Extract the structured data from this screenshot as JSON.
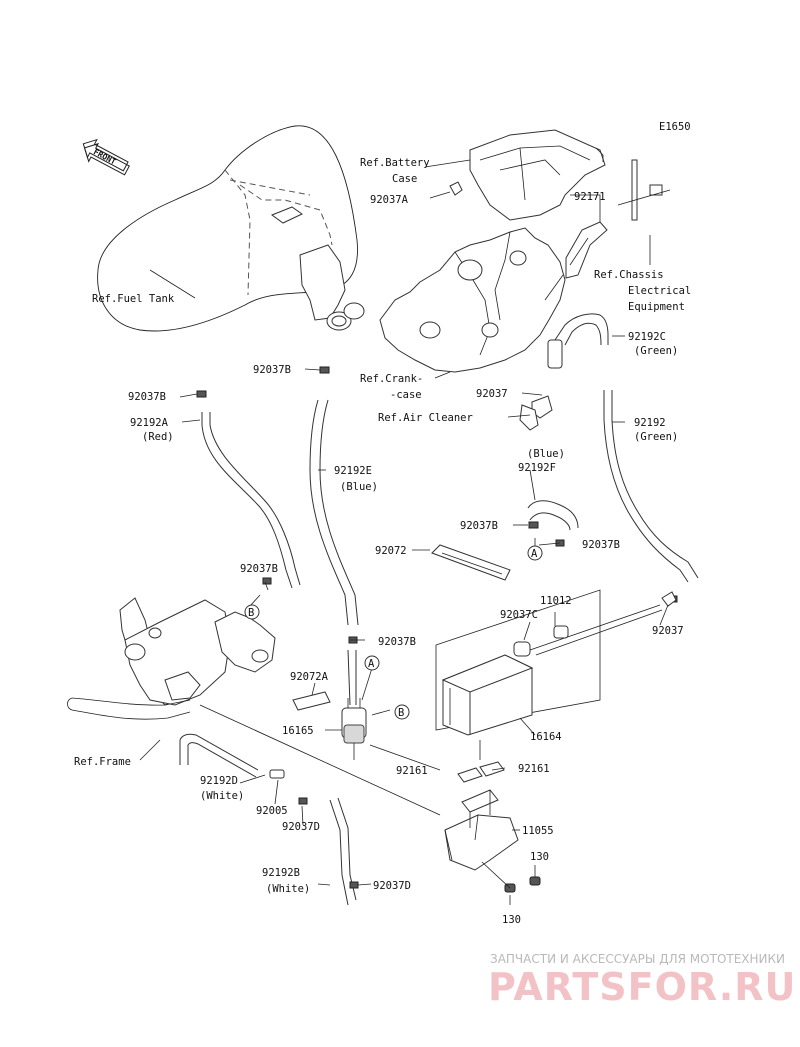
{
  "diagram_code": "E1650",
  "front_arrow": "FRONT",
  "labels": {
    "ref_battery_case": [
      "Ref.Battery",
      "Case"
    ],
    "p92037A": "92037A",
    "p92171": "92171",
    "ref_chassis": [
      "Ref.Chassis",
      "Electrical",
      "Equipment"
    ],
    "ref_fuel_tank": "Ref.Fuel Tank",
    "p92192C": "92192C",
    "green_c": "(Green)",
    "ref_crankcase": [
      "Ref.Crank-",
      "-case"
    ],
    "p92037B_left": "92037B",
    "p92037B_mid": "92037B",
    "p92037_mid": "92037",
    "ref_air_cleaner": "Ref.Air Cleaner",
    "p92192A": "92192A",
    "red": "(Red)",
    "p92192": "92192",
    "green": "(Green)",
    "blue_f": "(Blue)",
    "p92192F": "92192F",
    "p92192E": "92192E",
    "blue_e": "(Blue)",
    "p92037B_f": "92037B",
    "circle_a1": "A",
    "p92037B_r": "92037B",
    "p92072": "92072",
    "p92037B_b": "92037B",
    "circle_b1": "B",
    "p11012": "11012",
    "p92037C": "92037C",
    "p92037_right": "92037",
    "p92037B_e": "92037B",
    "circle_a2": "A",
    "p92072A": "92072A",
    "circle_b2": "B",
    "p16165": "16165",
    "p16164": "16164",
    "ref_frame": "Ref.Frame",
    "p92161_left": "92161",
    "p92161_right": "92161",
    "p92192D": "92192D",
    "white_d": "(White)",
    "p92005": "92005",
    "p92037D_top": "92037D",
    "p11055": "11055",
    "p130_top": "130",
    "p92192B": "92192B",
    "white_b": "(White)",
    "p92037D_bot": "92037D",
    "p130_bot": "130"
  },
  "watermark": {
    "line1": "ЗАПЧАСТИ И АКСЕССУАРЫ ДЛЯ МОТОТЕХНИКИ",
    "line2": "PARTSFOR.RU"
  }
}
